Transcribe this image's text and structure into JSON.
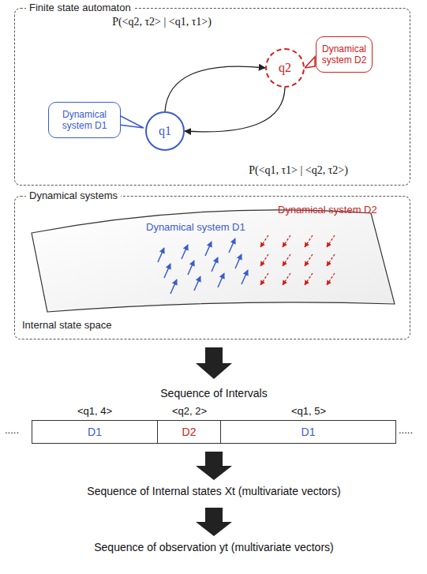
{
  "diagram": {
    "nodes": [
      {
        "text": [
          "Finite state automaton"
        ]
      },
      {
        "text": [
          "Dynamical system D1"
        ],
        "in": 0
      },
      {
        "text": [
          "q1"
        ],
        "in": 0
      },
      {
        "text": [
          "q2"
        ],
        "in": 0
      },
      {
        "text": [
          "Dynamical system D2"
        ],
        "in": 0
      },
      {
        "text": [
          "Dynamical systems"
        ]
      },
      {
        "text": [
          "D1"
        ]
      },
      {
        "text": [
          "D2"
        ]
      },
      {
        "text": [
          "D1"
        ]
      }
    ],
    "edges": [
      {
        "from": 2,
        "to": 3,
        "arrow": "to",
        "label": "P(<q2, τ2> | <q1, τ1>)"
      },
      {
        "from": 3,
        "to": 2,
        "arrow": "to",
        "label": "P(<q1, τ1> | <q2, τ2>)"
      }
    ],
    "labels": [
      "Dynamical system D1",
      "Dynamical system D2",
      "Internal state space",
      "Sequence of Intervals",
      "<q1, 4>",
      "<q2, 2>",
      "<q1, 5>",
      ".....",
      ".....",
      "Sequence of Internal states Xt (multivariate vectors)",
      "Sequence of observation yt (multivariate vectors)"
    ]
  }
}
